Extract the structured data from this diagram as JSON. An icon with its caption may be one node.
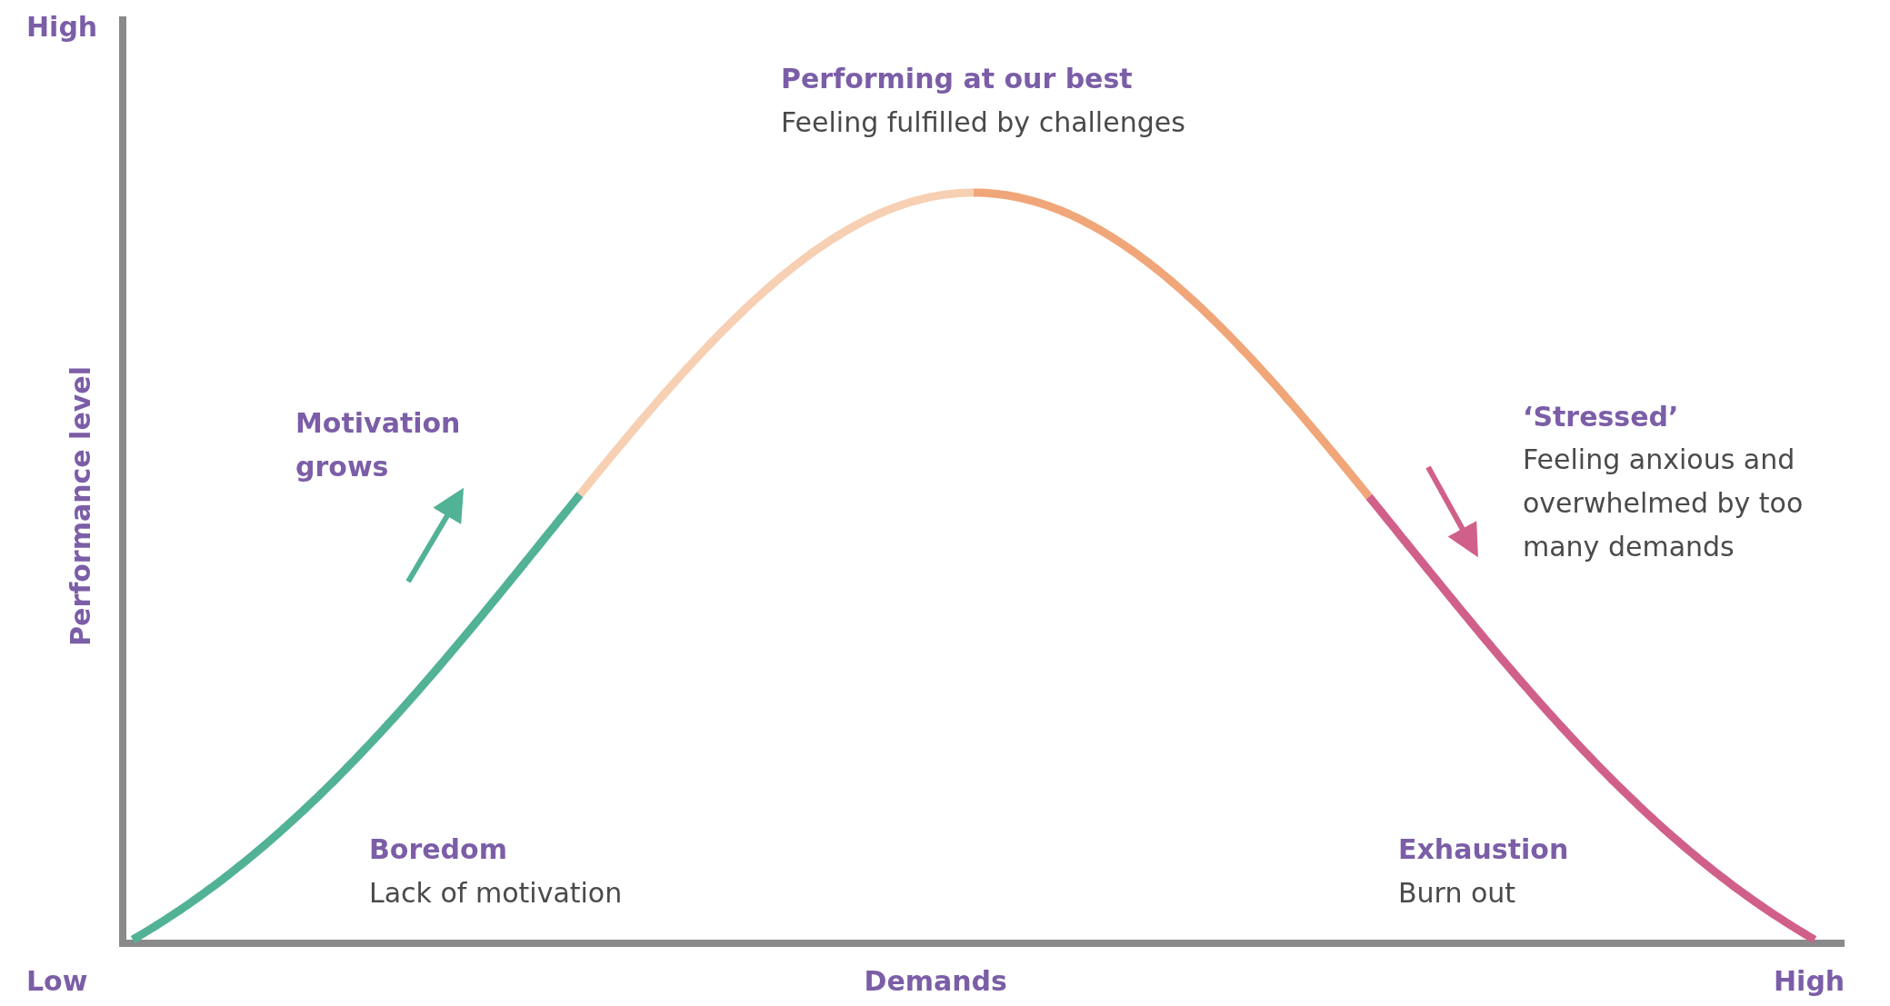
{
  "diagram": {
    "labels": [
      "High",
      "Performing at our best",
      "Feeling fulfilled by challenges",
      "‘Stressed’",
      "Feeling anxious and overwhelmed by too many demands",
      "Motivation grows",
      "Performance level",
      "Boredom",
      "Lack of motivation",
      "Exhaustion",
      "Burn out",
      "Low",
      "Demands",
      "High"
    ]
  }
}
